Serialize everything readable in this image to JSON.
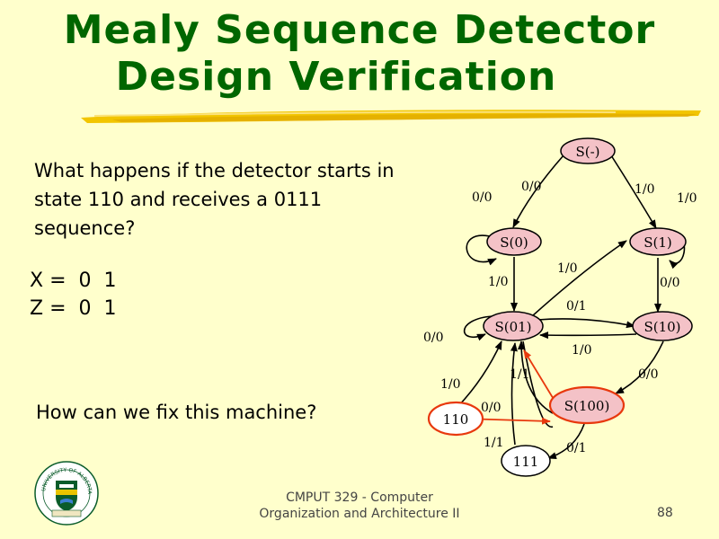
{
  "title_line1": "Mealy Sequence Detector",
  "title_line2": "Design Verification",
  "question": "What happens if the detector starts in state 110 and receives a 0111 sequence?",
  "x_row": "X =  0  1",
  "z_row": "Z =  0  1",
  "fix_question": "How can we fix this machine?",
  "footer_line1": "CMPUT 329 - Computer",
  "footer_line2": "Organization and Architecture II",
  "page_number": "88",
  "logo_text": "UNIVERSITY OF ALBERTA",
  "colors": {
    "title": "#006600",
    "background": "#ffffcc",
    "state_fill": "#f4c2c7",
    "highlight": "#e8380d",
    "brush": "#f2c500"
  },
  "diagram": {
    "states": {
      "s_root": "S(-)",
      "s0": "S(0)",
      "s1": "S(1)",
      "s01": "S(01)",
      "s10": "S(10)",
      "s100": "S(100)",
      "s110": "110",
      "s111": "111"
    },
    "edge_labels": {
      "root_to_s0": "0/0",
      "s0_self": "0/0",
      "root_to_s1": "1/0",
      "s1_self": "1/0",
      "s0_to_s01": "1/0",
      "s01_to_s1": "1/0",
      "s1_to_s10": "0/0",
      "s01_to_s10": "0/1",
      "s10_to_s01": "1/0",
      "s01_loop": "0/0",
      "s10_to_s100": "0/0",
      "s110_to_s01": "1/0",
      "s110_to_s100": "0/0",
      "s100_to_s01": "1/1",
      "s111_to_s01": "1/1",
      "s100_to_s111": "0/1"
    }
  }
}
